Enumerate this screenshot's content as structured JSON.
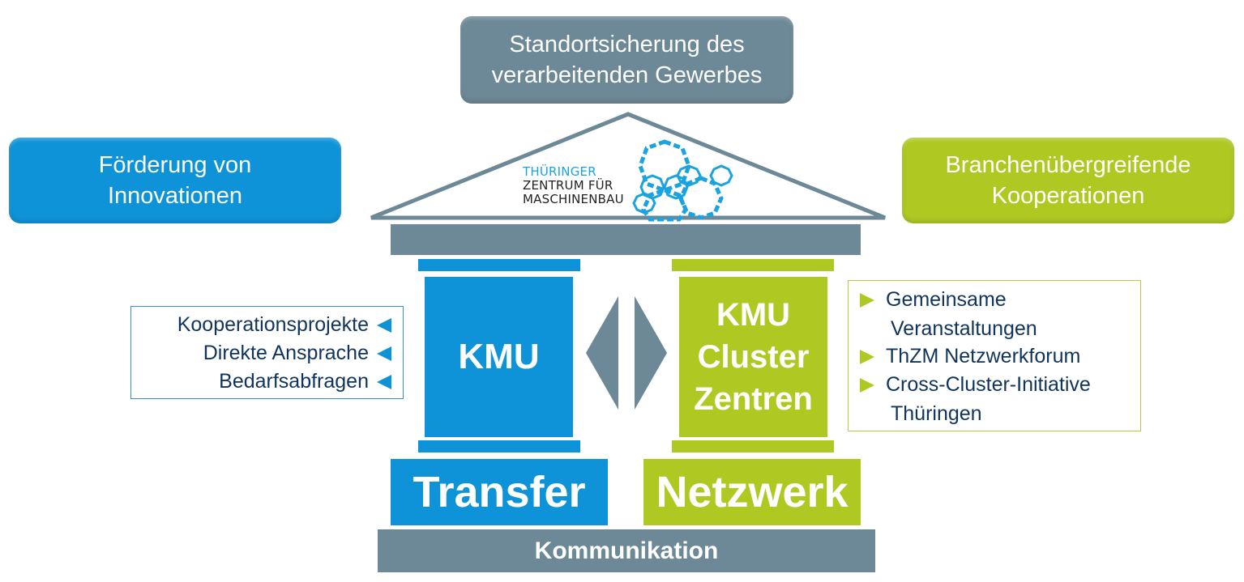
{
  "goals": {
    "top": {
      "line1": "Standortsicherung des",
      "line2": "verarbeitenden Gewerbes"
    },
    "left": {
      "line1": "Förderung von",
      "line2": "Innovationen"
    },
    "right": {
      "line1": "Branchenübergreifende",
      "line2": "Kooperationen"
    }
  },
  "logo": {
    "line1": "THÜRINGER",
    "line2": "ZENTRUM FÜR",
    "line3": "MASCHINENBAU",
    "icon": "gear-cluster-icon"
  },
  "pillars": {
    "left": {
      "label": "KMU"
    },
    "right": {
      "line1": "KMU",
      "line2": "Cluster",
      "line3": "Zentren"
    },
    "connector_icon": "double-arrow-diamond-icon"
  },
  "left_list": {
    "items": [
      "Kooperationsprojekte",
      "Direkte Ansprache",
      "Bedarfsabfragen"
    ],
    "bullet_icon": "triangle-left-icon"
  },
  "right_list": {
    "items": [
      {
        "line1": "Gemeinsame",
        "line2": "Veranstaltungen"
      },
      {
        "line1": "ThZM Netzwerkforum"
      },
      {
        "line1": "Cross-Cluster-Initiative",
        "line2": "Thüringen"
      }
    ],
    "bullet_icon": "triangle-right-icon"
  },
  "foundation": {
    "left": "Transfer",
    "right": "Netzwerk",
    "base": "Kommunikation"
  },
  "colors": {
    "slate": "#6d8896",
    "blue": "#0f93d8",
    "green": "#afc822",
    "navy_text": "#10345b"
  }
}
